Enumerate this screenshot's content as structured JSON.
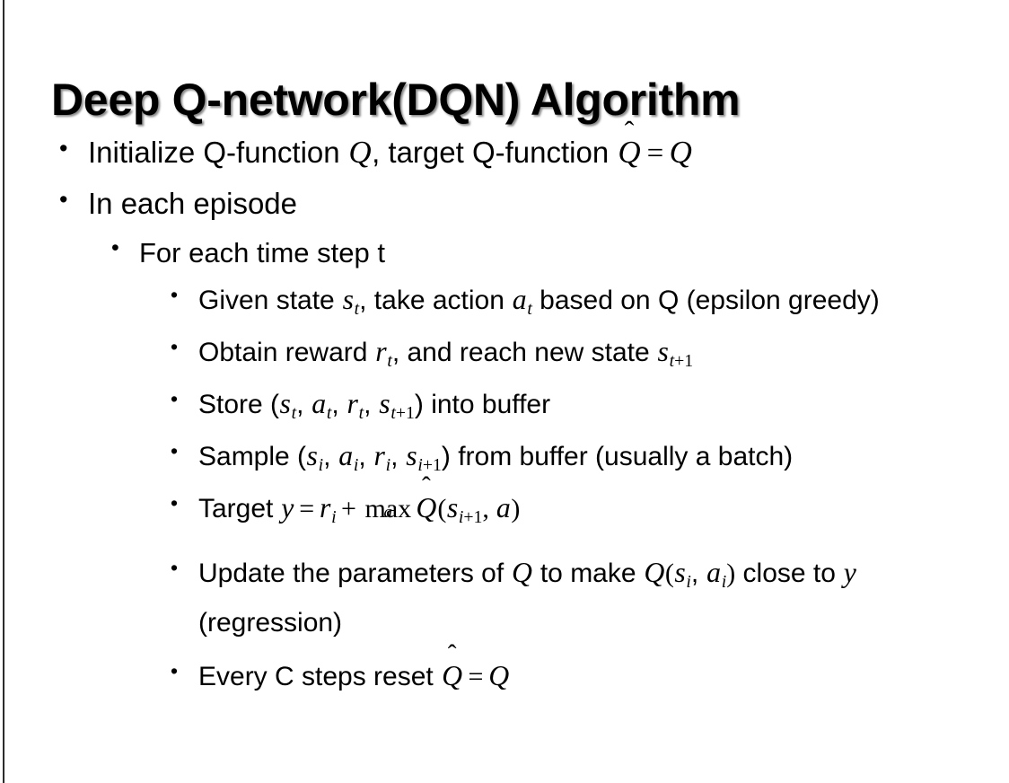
{
  "slide": {
    "title": "Deep Q-network(DQN) Algorithm",
    "background_color": "#ffffff",
    "text_color": "#000000",
    "left_rule_color": "#2b2b2b"
  },
  "bullets": {
    "bullet_glyph": "•",
    "level1": [
      {
        "id": "initialize",
        "plain_text": "Initialize Q-function Q, target Q-function Q̂ = Q",
        "segments": {
          "t1": "Initialize Q-function ",
          "m1": "Q",
          "t2": ", target Q-function ",
          "m2": "Q",
          "hat": "̂",
          "eq": "=",
          "m3": "Q"
        }
      },
      {
        "id": "in-each-episode",
        "plain_text": "In each episode"
      }
    ],
    "level2": [
      {
        "id": "for-each-time-step",
        "plain_text": "For each time step t"
      }
    ],
    "level3": [
      {
        "id": "given-state",
        "plain_text": "Given state s_t, take action a_t based on Q (epsilon greedy)",
        "segments": {
          "t1": "Given state ",
          "m1": "s",
          "sub1": "t",
          "t2": ", take action ",
          "m2": "a",
          "sub2": "t",
          "t3": " based on Q (epsilon greedy)"
        }
      },
      {
        "id": "obtain-reward",
        "plain_text": "Obtain reward r_t, and reach new state s_t+1",
        "segments": {
          "t1": "Obtain reward ",
          "m1": "r",
          "sub1": "t",
          "t2": ", and reach new state ",
          "m2": "s",
          "sub2": "t",
          "sub2b": "+1"
        }
      },
      {
        "id": "store-tuple",
        "plain_text": "Store (s_t, a_t, r_t, s_t+1) into buffer",
        "segments": {
          "t1": "Store (",
          "m1": "s",
          "sub1": "t",
          "c1": ", ",
          "m2": "a",
          "sub2": "t",
          "c2": ", ",
          "m3": "r",
          "sub3": "t",
          "c3": ", ",
          "m4": "s",
          "sub4": "t",
          "sub4b": "+1",
          "t2": ") into buffer"
        }
      },
      {
        "id": "sample-tuple",
        "plain_text": "Sample (s_i, a_i, r_i, s_i+1) from buffer (usually a batch)",
        "segments": {
          "t1": "Sample (",
          "m1": "s",
          "sub1": "i",
          "c1": ", ",
          "m2": "a",
          "sub2": "i",
          "c2": ", ",
          "m3": "r",
          "sub3": "i",
          "c3": ", ",
          "m4": "s",
          "sub4": "i",
          "sub4b": "+1",
          "t2": ") from buffer (usually a batch)"
        }
      },
      {
        "id": "target-equation",
        "plain_text": "Target y = r_i + max_a Q̂(s_i+1, a)",
        "segments": {
          "t1": "Target ",
          "m_y": "y",
          "eq": "=",
          "m_r": "r",
          "sub_r": "i",
          "plus": "+",
          "maxop": "max",
          "maxlimit": "a",
          "m_qhat": "Q",
          "hat": "̂",
          "open": "(",
          "m_s": "s",
          "sub_s": "i",
          "sub_sb": "+1",
          "comma": ", ",
          "m_a": "a",
          "close": ")"
        }
      },
      {
        "id": "update-parameters",
        "plain_text": "Update the parameters of Q to make Q(s_i, a_i) close to y (regression)",
        "segments": {
          "t1": "Update the parameters of ",
          "m1": "Q",
          "t2": " to make ",
          "m2": "Q",
          "open": "(",
          "m3": "s",
          "sub3": "i",
          "c1": ", ",
          "m4": "a",
          "sub4": "i",
          "close": ")",
          "t3": " close to ",
          "m5": "y",
          "t4": " (regression)"
        }
      },
      {
        "id": "reset-target",
        "plain_text": "Every C steps reset Q̂ = Q",
        "segments": {
          "t1": "Every C steps reset ",
          "m1": "Q",
          "hat": "̂",
          "eq": "=",
          "m2": "Q"
        }
      }
    ]
  }
}
